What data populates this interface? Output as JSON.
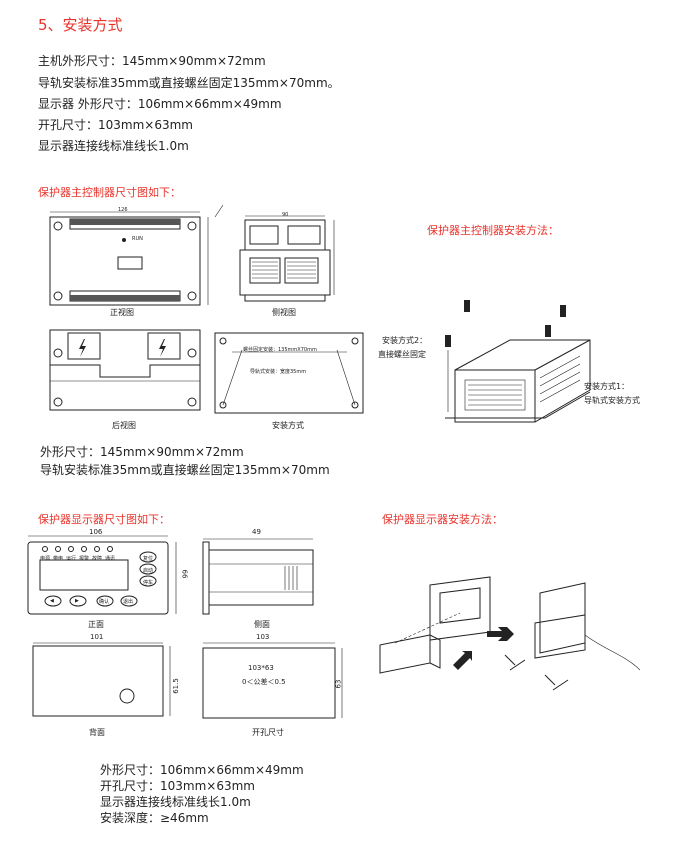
{
  "section_title": "5、安装方式",
  "specs_top": [
    "主机外形尺寸：145mm×90mm×72mm",
    "导轨安装标准35mm或直接螺丝固定135mm×70mm。",
    "显示器 外形尺寸：106mm×66mm×49mm",
    "开孔尺寸：103mm×63mm",
    "显示器连接线标准线长1.0m"
  ],
  "main_ctrl": {
    "title": "保护器主控制器尺寸图如下：",
    "install_title": "保护器主控制器安装方法：",
    "front_label": "正视图",
    "side_label": "侧视图",
    "back_label": "后视图",
    "mount_label": "安装方式",
    "dim_width": "126",
    "dim_side": "90",
    "mount_screw_note": "螺丝固定安装：135mmX70mm",
    "mount_rail_note": "导轨式安装：宽度35mm",
    "mode2": "安装方式2：",
    "mode2_desc": "直接螺丝固定",
    "mode1": "安装方式1：",
    "mode1_desc": "导轨式安装方式",
    "specs": [
      "外形尺寸：145mm×90mm×72mm",
      "导轨安装标准35mm或直接螺丝固定135mm×70mm"
    ]
  },
  "display": {
    "title": "保护器显示器尺寸图如下：",
    "install_title": "保护器显示器安装方法：",
    "dim_front_w": "106",
    "dim_front_h": "66",
    "dim_side_w": "49",
    "dim_back_w": "101",
    "dim_back_h": "61.5",
    "dim_cut_w": "103",
    "dim_cut_h": "63",
    "cutout_size": "103*63",
    "cutout_tol": "0＜公差＜0.5",
    "front_label": "正面",
    "side_label": "侧面",
    "back_label": "背面",
    "cutout_label": "开孔尺寸",
    "leds": [
      "电源",
      "带电",
      "运行",
      "报警",
      "故障",
      "通讯"
    ],
    "btns_right": [
      "复位",
      "启动",
      "停车"
    ],
    "btns_bottom": [
      "◀",
      "▶",
      "确认",
      "退出"
    ],
    "specs": [
      "外形尺寸：106mm×66mm×49mm",
      "开孔尺寸：103mm×63mm",
      "显示器连接线标准线长1.0m",
      "安装深度：≥46mm"
    ]
  },
  "colors": {
    "accent": "#e8332b",
    "text": "#222222"
  }
}
